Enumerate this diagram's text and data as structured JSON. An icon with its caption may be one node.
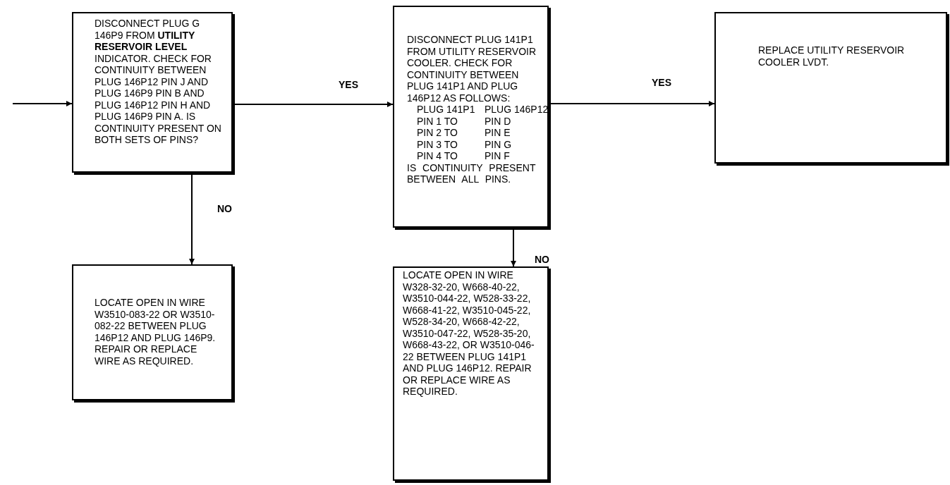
{
  "diagram": {
    "nodes": [
      {
        "text": [
          "DISCONNECT PLUG G 146P9 FROM **UTILITY RESERVOIR LEVEL** INDICATOR. CHECK FOR CONTINUITY BETWEEN PLUG 146P12 PIN J AND PLUG 146P9 PIN B AND PLUG 146P12 PIN H AND PLUG 146P9 PIN A. IS CONTINUITY PRESENT ON BOTH SETS OF PINS?"
        ]
      },
      {
        "text": [
          "DISCONNECT PLUG 141P1 FROM UTILITY RESERVOIR COOLER. CHECK FOR CONTINUITY BETWEEN PLUG 141P1 AND PLUG 146P12 AS FOLLOWS:",
          "PLUG 141P1",
          "PLUG 146P12",
          "PIN 1 TO",
          "PIN D",
          "PIN 2 TO",
          "PIN E",
          "PIN 3 TO",
          "PIN G",
          "PIN 4 TO",
          "PIN F",
          "IS CONTINUITY PRESENT BETWEEN ALL PINS."
        ]
      },
      {
        "text": [
          "REPLACE UTILITY RESERVOIR COOLER LVDT."
        ]
      },
      {
        "text": [
          "LOCATE OPEN IN WIRE W3510-083-22 OR W3510-082-22 BETWEEN PLUG 146P12 AND PLUG 146P9. REPAIR OR REPLACE WIRE AS REQUIRED."
        ]
      },
      {
        "text": [
          "LOCATE OPEN IN WIRE W328-32-20, W668-40-22, W3510-044-22, W528-33-22, W668-41-22, W3510-045-22, W528-34-20, W668-42-22, W3510-047-22, W528-35-20, W668-43-22, OR W3510-046-22 BETWEEN PLUG 141P1 AND PLUG 146P12. REPAIR OR REPLACE WIRE AS REQUIRED."
        ]
      }
    ],
    "edges": [
      {
        "from": null,
        "to": 0,
        "arrow": "to"
      },
      {
        "from": 0,
        "to": 1,
        "arrow": "to",
        "label": "YES"
      },
      {
        "from": 1,
        "to": 2,
        "arrow": "to",
        "label": "YES"
      },
      {
        "from": 0,
        "to": 3,
        "arrow": "to",
        "label": "NO"
      },
      {
        "from": 1,
        "to": 4,
        "arrow": "to",
        "label": "NO"
      }
    ]
  }
}
